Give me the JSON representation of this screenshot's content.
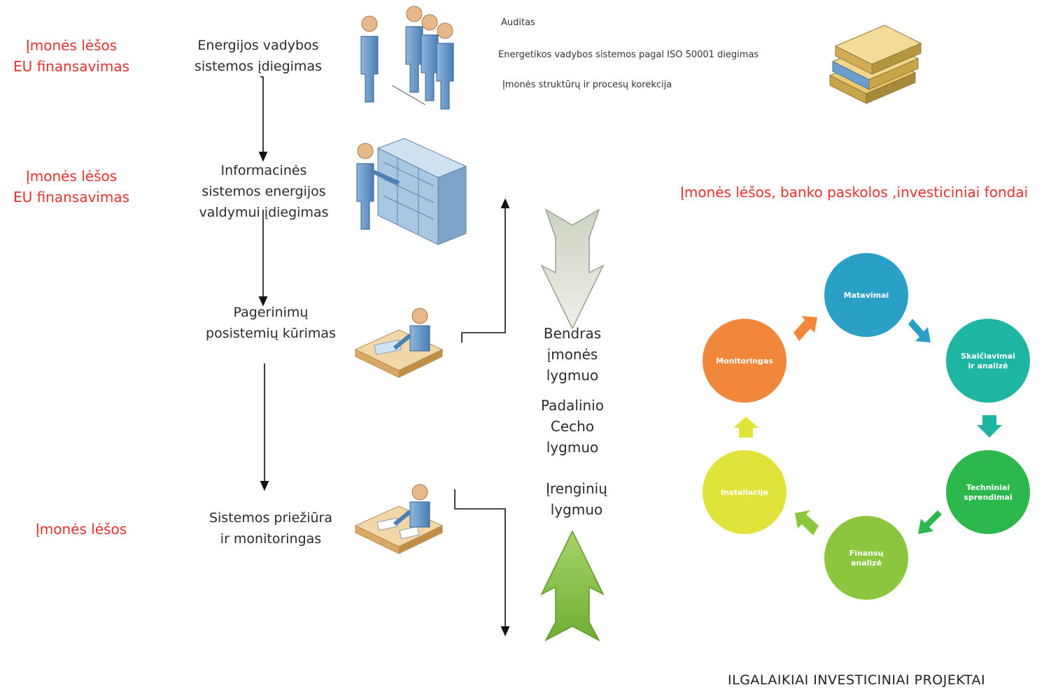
{
  "funding": {
    "f1": [
      "Įmonės lėšos",
      "EU finansavimas"
    ],
    "f2": [
      "Įmonės lėšos",
      "EU finansavimas"
    ],
    "f3": "Įmonės lėšos",
    "cycle": "Įmonės lėšos, banko paskolos ,investiciniai fondai"
  },
  "steps": [
    {
      "lines": [
        "Energijos vadybos",
        "sistemos įdiegimas"
      ],
      "icon": "people-group-icon"
    },
    {
      "lines": [
        "Informacinės",
        "sistemos energijos",
        "valdymui įdiegimas"
      ],
      "icon": "server-rack-icon"
    },
    {
      "lines": [
        "Pagerinimų",
        "posistemių kūrimas"
      ],
      "icon": "desk-worker-icon"
    },
    {
      "lines": [
        "Sistemos priežiūra",
        "ir monitoringas"
      ],
      "icon": "desk-worker-icon"
    }
  ],
  "tasks": [
    "Auditas",
    "Energetikos vadybos sistemos pagal ISO 50001 diegimas",
    "Įmonės struktūrų ir procesų korekcija"
  ],
  "levels": {
    "l1": [
      "Bendras",
      "įmonės",
      "lygmuo"
    ],
    "l2": [
      "Padalinio",
      "Cecho",
      "lygmuo"
    ],
    "l3": [
      "Įrenginių",
      "lygmuo"
    ]
  },
  "cycle": [
    {
      "label": [
        "Matavimai"
      ],
      "color": "#2aa0c6"
    },
    {
      "label": [
        "Skaičiavimai",
        "ir analizė"
      ],
      "color": "#1fb5a3"
    },
    {
      "label": [
        "Techniniai",
        "sprendimai"
      ],
      "color": "#2db84d"
    },
    {
      "label": [
        "Finansų",
        "analizė"
      ],
      "color": "#8cc63f"
    },
    {
      "label": [
        "Instaliacija"
      ],
      "color": "#dfe33a"
    },
    {
      "label": [
        "Monitoringas"
      ],
      "color": "#f0873a"
    }
  ],
  "footer": "ILGALAIKIAI INVESTICINIAI PROJEKTAI",
  "colors": {
    "funding_text": "#e8322f",
    "arrow_down": "#e7eadc",
    "arrow_up": "#8cc646"
  }
}
